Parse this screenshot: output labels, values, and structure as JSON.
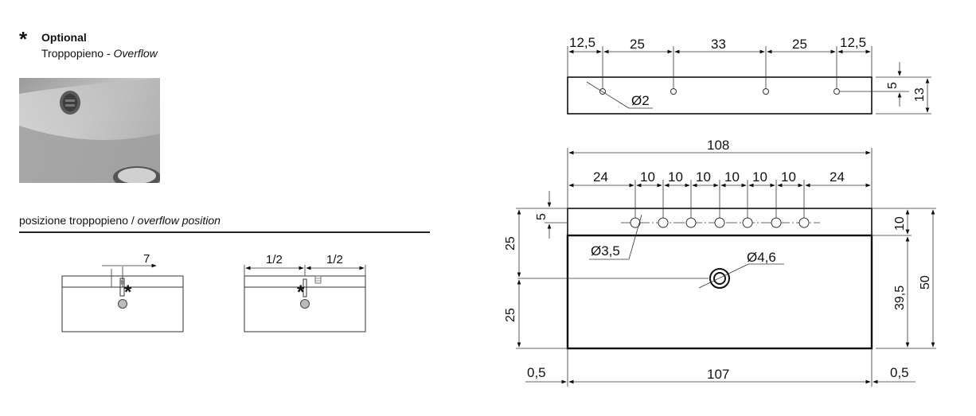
{
  "optional": {
    "symbol": "*",
    "title": "Optional",
    "subtitle_it": "Troppopieno - ",
    "subtitle_en": "Overflow"
  },
  "position": {
    "label_it": "posizione troppopieno / ",
    "label_en": "overflow position"
  },
  "left_diagram": {
    "dim": "7",
    "symbol": "*"
  },
  "right_diagram": {
    "dim_left": "1/2",
    "dim_right": "1/2",
    "symbol": "*"
  },
  "top_view": {
    "dims_top": [
      "12,5",
      "25",
      "33",
      "25",
      "12,5"
    ],
    "hole_diameter": "Ø2",
    "dim_right_small": "5",
    "dim_right_total": "13"
  },
  "main_view": {
    "total_width": "108",
    "hole_spacing": [
      "24",
      "10",
      "10",
      "10",
      "10",
      "10",
      "10",
      "24"
    ],
    "hole_diameter": "Ø3,5",
    "drain_diameter": "Ø4,6",
    "dim_left_small": "5",
    "dim_left_upper": "25",
    "dim_left_lower": "25",
    "dim_right_top": "10",
    "dim_right_basin": "39,5",
    "dim_right_total": "50",
    "dim_bottom_left": "0,5",
    "dim_bottom_mid": "107",
    "dim_bottom_right": "0,5"
  }
}
